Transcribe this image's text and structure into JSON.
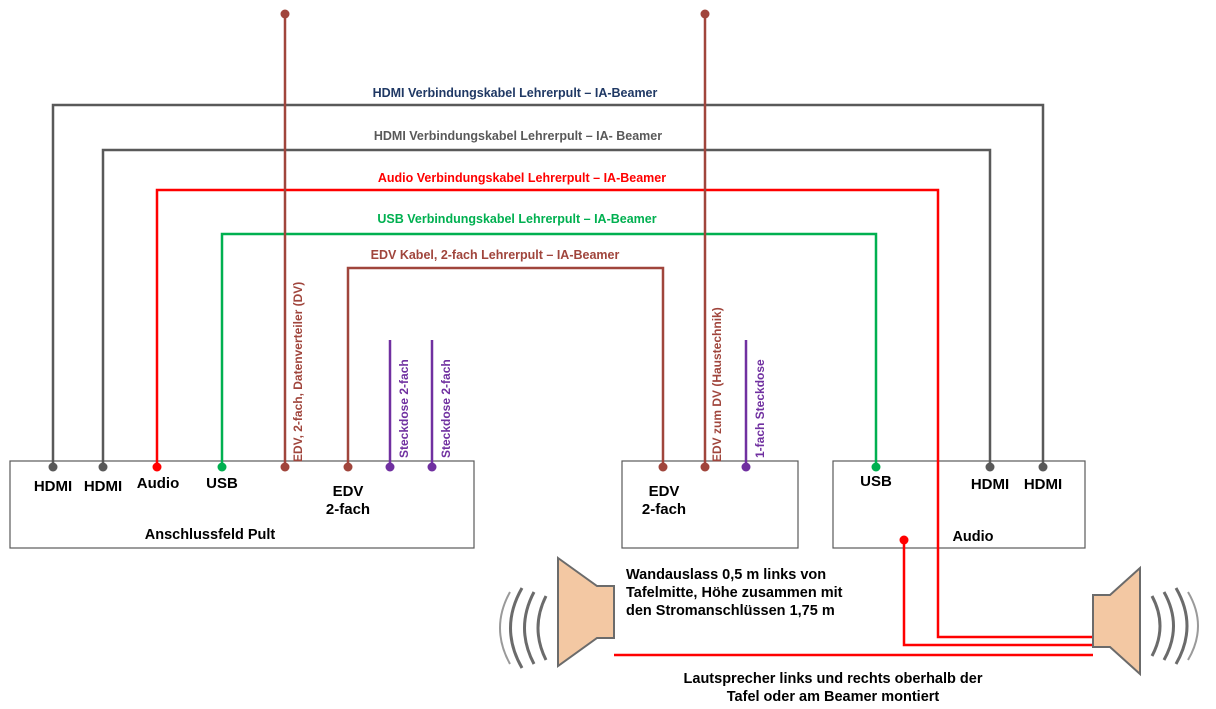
{
  "colors": {
    "gray": "#595959",
    "red": "#ff0000",
    "green": "#00b050",
    "brown": "#a0453c",
    "purple": "#7030a0",
    "navy": "#1f3864",
    "speaker_fill": "#f3c8a3"
  },
  "cables": {
    "hdmi1": "HDMI Verbindungskabel Lehrerpult – IA-Beamer",
    "hdmi2": "HDMI Verbindungskabel Lehrerpult – IA- Beamer",
    "audio": "Audio Verbindungskabel Lehrerpult – IA-Beamer",
    "usb": "USB Verbindungskabel Lehrerpult – IA-Beamer",
    "edv": "EDV Kabel, 2-fach Lehrerpult – IA-Beamer"
  },
  "vertical_labels": {
    "edv_dv": "EDV, 2-fach, Datenverteiler (DV)",
    "steckdose1": "Steckdose 2-fach",
    "steckdose2": "Steckdose 2-fach",
    "edv_haustechnik": "EDV zum DV (Haustechnik)",
    "einfach_steckdose": "1-fach Steckdose"
  },
  "boxes": {
    "pult": {
      "title": "Anschlussfeld Pult",
      "hdmi_a": "HDMI",
      "hdmi_b": "HDMI",
      "audio": "Audio",
      "usb": "USB",
      "edv_line1": "EDV",
      "edv_line2": "2-fach"
    },
    "wall": {
      "edv_line1": "EDV",
      "edv_line2": "2-fach"
    },
    "beamer": {
      "usb": "USB",
      "hdmi_a": "HDMI",
      "hdmi_b": "HDMI",
      "audio": "Audio"
    }
  },
  "notes": {
    "wall_line1": "Wandauslass 0,5 m links von",
    "wall_line2": "Tafelmitte, Höhe zusammen mit",
    "wall_line3": "den Stromanschlüssen 1,75 m",
    "speaker_line1": "Lautsprecher links und rechts oberhalb der",
    "speaker_line2": "Tafel oder am Beamer montiert"
  },
  "icons": {
    "speaker_left": "loudspeaker-icon",
    "speaker_right": "loudspeaker-icon"
  }
}
